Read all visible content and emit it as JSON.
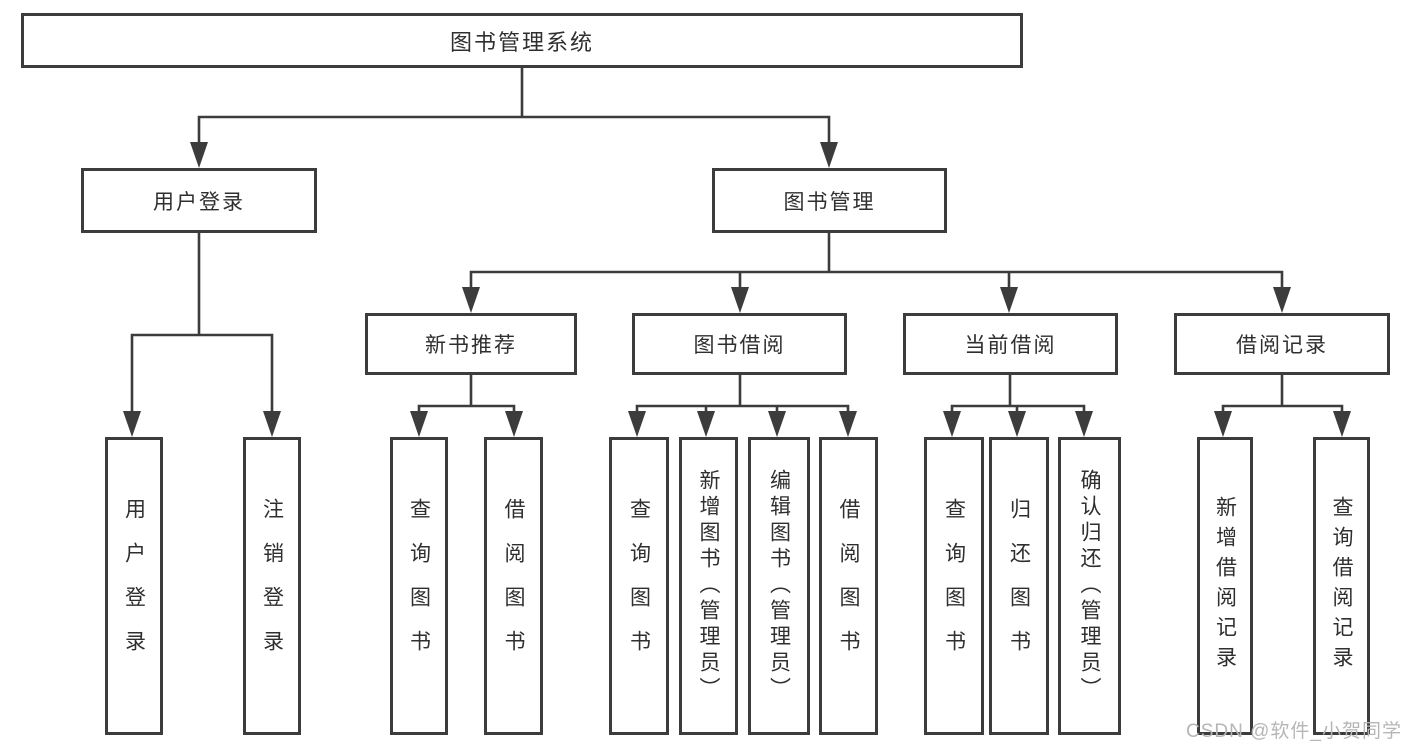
{
  "diagram": {
    "title": "图书管理系统",
    "root": {
      "label": "图书管理系统"
    },
    "level2": [
      {
        "label": "用户登录"
      },
      {
        "label": "图书管理"
      }
    ],
    "level3": [
      {
        "label": "新书推荐"
      },
      {
        "label": "图书借阅"
      },
      {
        "label": "当前借阅"
      },
      {
        "label": "借阅记录"
      }
    ],
    "leaves": {
      "user_login": [
        {
          "label": "用户登录"
        },
        {
          "label": "注销登录"
        }
      ],
      "new_book": [
        {
          "label": "查询图书"
        },
        {
          "label": "借阅图书"
        }
      ],
      "book_borrow": [
        {
          "label": "查询图书"
        },
        {
          "label": "新增图书（管理员）"
        },
        {
          "label": "编辑图书（管理员）"
        },
        {
          "label": "借阅图书"
        }
      ],
      "current_borrow": [
        {
          "label": "查询图书"
        },
        {
          "label": "归还图书"
        },
        {
          "label": "确认归还（管理员）"
        }
      ],
      "borrow_record": [
        {
          "label": "新增借阅记录"
        },
        {
          "label": "查询借阅记录"
        }
      ]
    }
  },
  "watermark": {
    "text": "CSDN @软件_小贺同学"
  },
  "colors": {
    "line": "#3c3c3c",
    "text": "#2f2f2f",
    "background": "#ffffff",
    "watermark_text": "#b6b6b6"
  }
}
